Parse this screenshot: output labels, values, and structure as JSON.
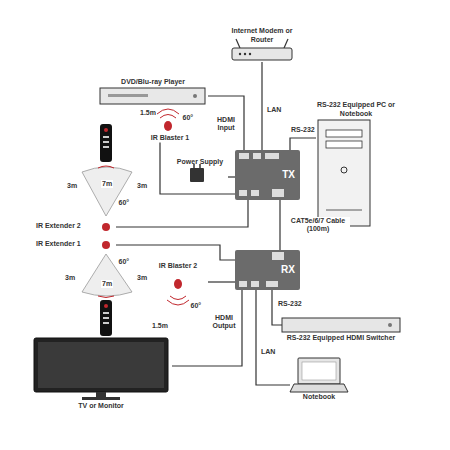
{
  "diagram": {
    "nodes": [
      {
        "text": [
          "Internet Modem or Router"
        ]
      },
      {
        "text": [
          "DVD/Blu-ray Player"
        ]
      },
      {
        "text": [
          "RS-232 Equipped PC or Notebook"
        ]
      },
      {
        "text": [
          "TX"
        ]
      },
      {
        "text": [
          "Power Supply"
        ]
      },
      {
        "text": [
          "IR Blaster 1"
        ]
      },
      {
        "text": [
          "IR Extender 2"
        ]
      },
      {
        "text": [
          "IR Extender 1"
        ]
      },
      {
        "text": [
          "RX"
        ]
      },
      {
        "text": [
          "IR Blaster 2"
        ]
      },
      {
        "text": [
          "RS-232 Equipped HDMI Switcher"
        ]
      },
      {
        "text": [
          "TV or Monitor"
        ]
      },
      {
        "text": [
          "Notebook"
        ]
      }
    ],
    "edges": [
      {
        "from": 1,
        "to": 3,
        "arrow": "none",
        "label": "HDMI Input"
      },
      {
        "from": 0,
        "to": 3,
        "arrow": "none",
        "label": "LAN"
      },
      {
        "from": 3,
        "to": 2,
        "arrow": "none",
        "label": "RS-232"
      },
      {
        "from": 4,
        "to": 3,
        "arrow": "none"
      },
      {
        "from": 5,
        "to": 3,
        "arrow": "none"
      },
      {
        "from": 6,
        "to": 3,
        "arrow": "none"
      },
      {
        "from": 3,
        "to": 8,
        "arrow": "none",
        "label": "CAT5e/6/7 Cable (100m)"
      },
      {
        "from": 7,
        "to": 8,
        "arrow": "none"
      },
      {
        "from": 9,
        "to": 8,
        "arrow": "none"
      },
      {
        "from": 8,
        "to": 11,
        "arrow": "none",
        "label": "HDMI Output"
      },
      {
        "from": 8,
        "to": 10,
        "arrow": "none",
        "label": "RS-232"
      },
      {
        "from": 8,
        "to": 12,
        "arrow": "none",
        "label": "LAN"
      }
    ],
    "labels": [
      "1.5m",
      "60°",
      "7m",
      "3m",
      "3m",
      "60°",
      "60°",
      "3m",
      "7m",
      "3m",
      "60°",
      "1.5m"
    ]
  }
}
